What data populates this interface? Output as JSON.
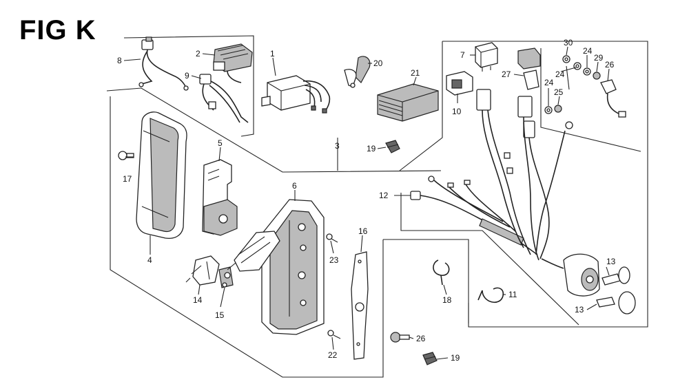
{
  "figure": {
    "title": "FIG K"
  },
  "callouts": [
    {
      "id": "c1",
      "text": "1"
    },
    {
      "id": "c2",
      "text": "2"
    },
    {
      "id": "c3",
      "text": "3"
    },
    {
      "id": "c4",
      "text": "4"
    },
    {
      "id": "c5",
      "text": "5"
    },
    {
      "id": "c6",
      "text": "6"
    },
    {
      "id": "c7",
      "text": "7"
    },
    {
      "id": "c8",
      "text": "8"
    },
    {
      "id": "c9",
      "text": "9"
    },
    {
      "id": "c10",
      "text": "10"
    },
    {
      "id": "c11",
      "text": "11"
    },
    {
      "id": "c12",
      "text": "12"
    },
    {
      "id": "c13a",
      "text": "13"
    },
    {
      "id": "c13b",
      "text": "13"
    },
    {
      "id": "c14",
      "text": "14"
    },
    {
      "id": "c15",
      "text": "15"
    },
    {
      "id": "c16",
      "text": "16"
    },
    {
      "id": "c17",
      "text": "17"
    },
    {
      "id": "c18",
      "text": "18"
    },
    {
      "id": "c19a",
      "text": "19"
    },
    {
      "id": "c19b",
      "text": "19"
    },
    {
      "id": "c20",
      "text": "20"
    },
    {
      "id": "c21",
      "text": "21"
    },
    {
      "id": "c22",
      "text": "22"
    },
    {
      "id": "c23",
      "text": "23"
    },
    {
      "id": "c24a",
      "text": "24"
    },
    {
      "id": "c24b",
      "text": "24"
    },
    {
      "id": "c24c",
      "text": "24"
    },
    {
      "id": "c25",
      "text": "25"
    },
    {
      "id": "c26a",
      "text": "26"
    },
    {
      "id": "c26b",
      "text": "26"
    },
    {
      "id": "c27",
      "text": "27"
    },
    {
      "id": "c29",
      "text": "29"
    },
    {
      "id": "c30",
      "text": "30"
    }
  ]
}
